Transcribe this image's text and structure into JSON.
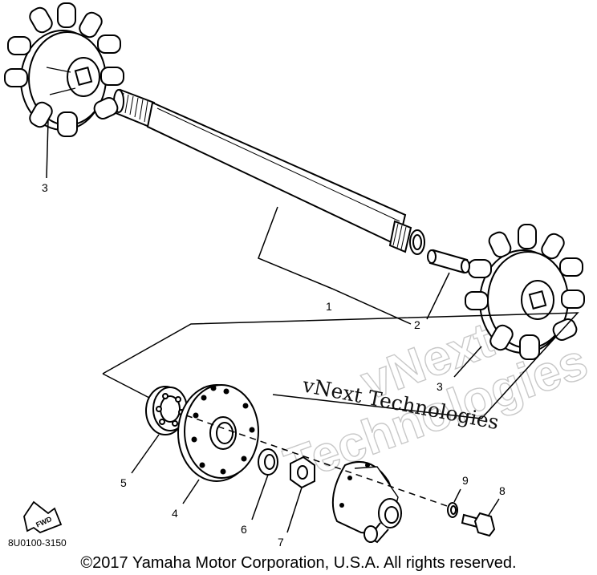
{
  "diagram": {
    "callouts": {
      "c1": "1",
      "c2": "2",
      "c3a": "3",
      "c3b": "3",
      "c4": "4",
      "c5": "5",
      "c6": "6",
      "c7": "7",
      "c8": "8",
      "c9": "9"
    },
    "fwd_label": "FWD",
    "diagram_code": "8U0100-3150"
  },
  "watermark": {
    "serif_text": "vNext Technologies",
    "outline_line1": "vNext",
    "outline_line2": "Technologies"
  },
  "footer": {
    "copyright": "©2017 Yamaha Motor Corporation, U.S.A. All rights reserved."
  }
}
